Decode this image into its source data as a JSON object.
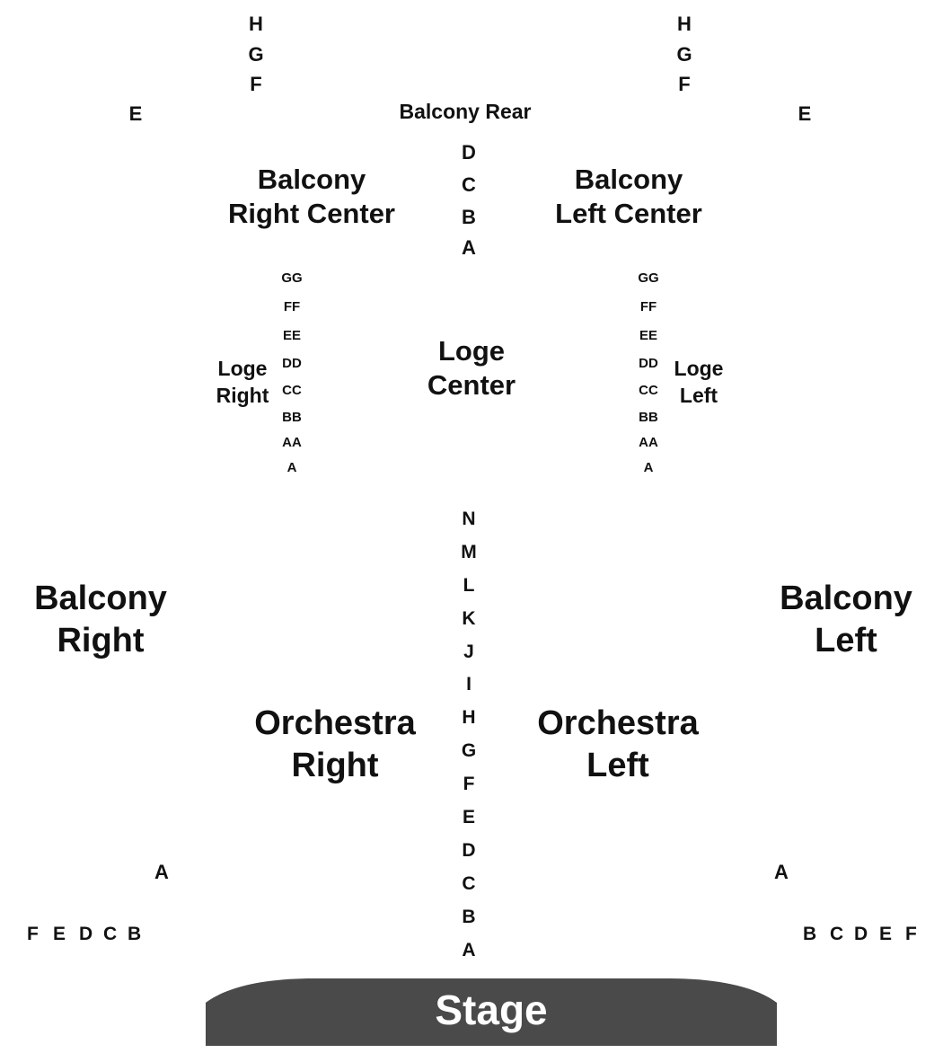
{
  "balcony_rear": {
    "label": "Balcony Rear",
    "left_rows": [
      "H",
      "G",
      "F"
    ],
    "right_rows": [
      "H",
      "G",
      "F"
    ],
    "center_rows": [
      "D",
      "C",
      "B",
      "A"
    ],
    "side_row_left": "E",
    "side_row_right": "E"
  },
  "balcony_right_center": {
    "line1": "Balcony",
    "line2": "Right Center"
  },
  "balcony_left_center": {
    "line1": "Balcony",
    "line2": "Left Center"
  },
  "loge_center": {
    "line1": "Loge",
    "line2": "Center"
  },
  "loge_right": {
    "line1": "Loge",
    "line2": "Right",
    "rows": [
      "GG",
      "FF",
      "EE",
      "DD",
      "CC",
      "BB",
      "AA",
      "A"
    ]
  },
  "loge_left": {
    "line1": "Loge",
    "line2": "Left",
    "rows": [
      "GG",
      "FF",
      "EE",
      "DD",
      "CC",
      "BB",
      "AA",
      "A"
    ]
  },
  "balcony_right": {
    "line1": "Balcony",
    "line2": "Right",
    "front_row": "A",
    "rows": [
      "F",
      "E",
      "D",
      "C",
      "B"
    ]
  },
  "balcony_left": {
    "line1": "Balcony",
    "line2": "Left",
    "front_row": "A",
    "rows": [
      "B",
      "C",
      "D",
      "E",
      "F"
    ]
  },
  "orchestra_right": {
    "line1": "Orchestra",
    "line2": "Right"
  },
  "orchestra_left": {
    "line1": "Orchestra",
    "line2": "Left"
  },
  "orchestra_rows": [
    "N",
    "M",
    "L",
    "K",
    "J",
    "I",
    "H",
    "G",
    "F",
    "E",
    "D",
    "C",
    "B",
    "A"
  ],
  "stage": {
    "label": "Stage",
    "color": "#4a4a4a"
  }
}
